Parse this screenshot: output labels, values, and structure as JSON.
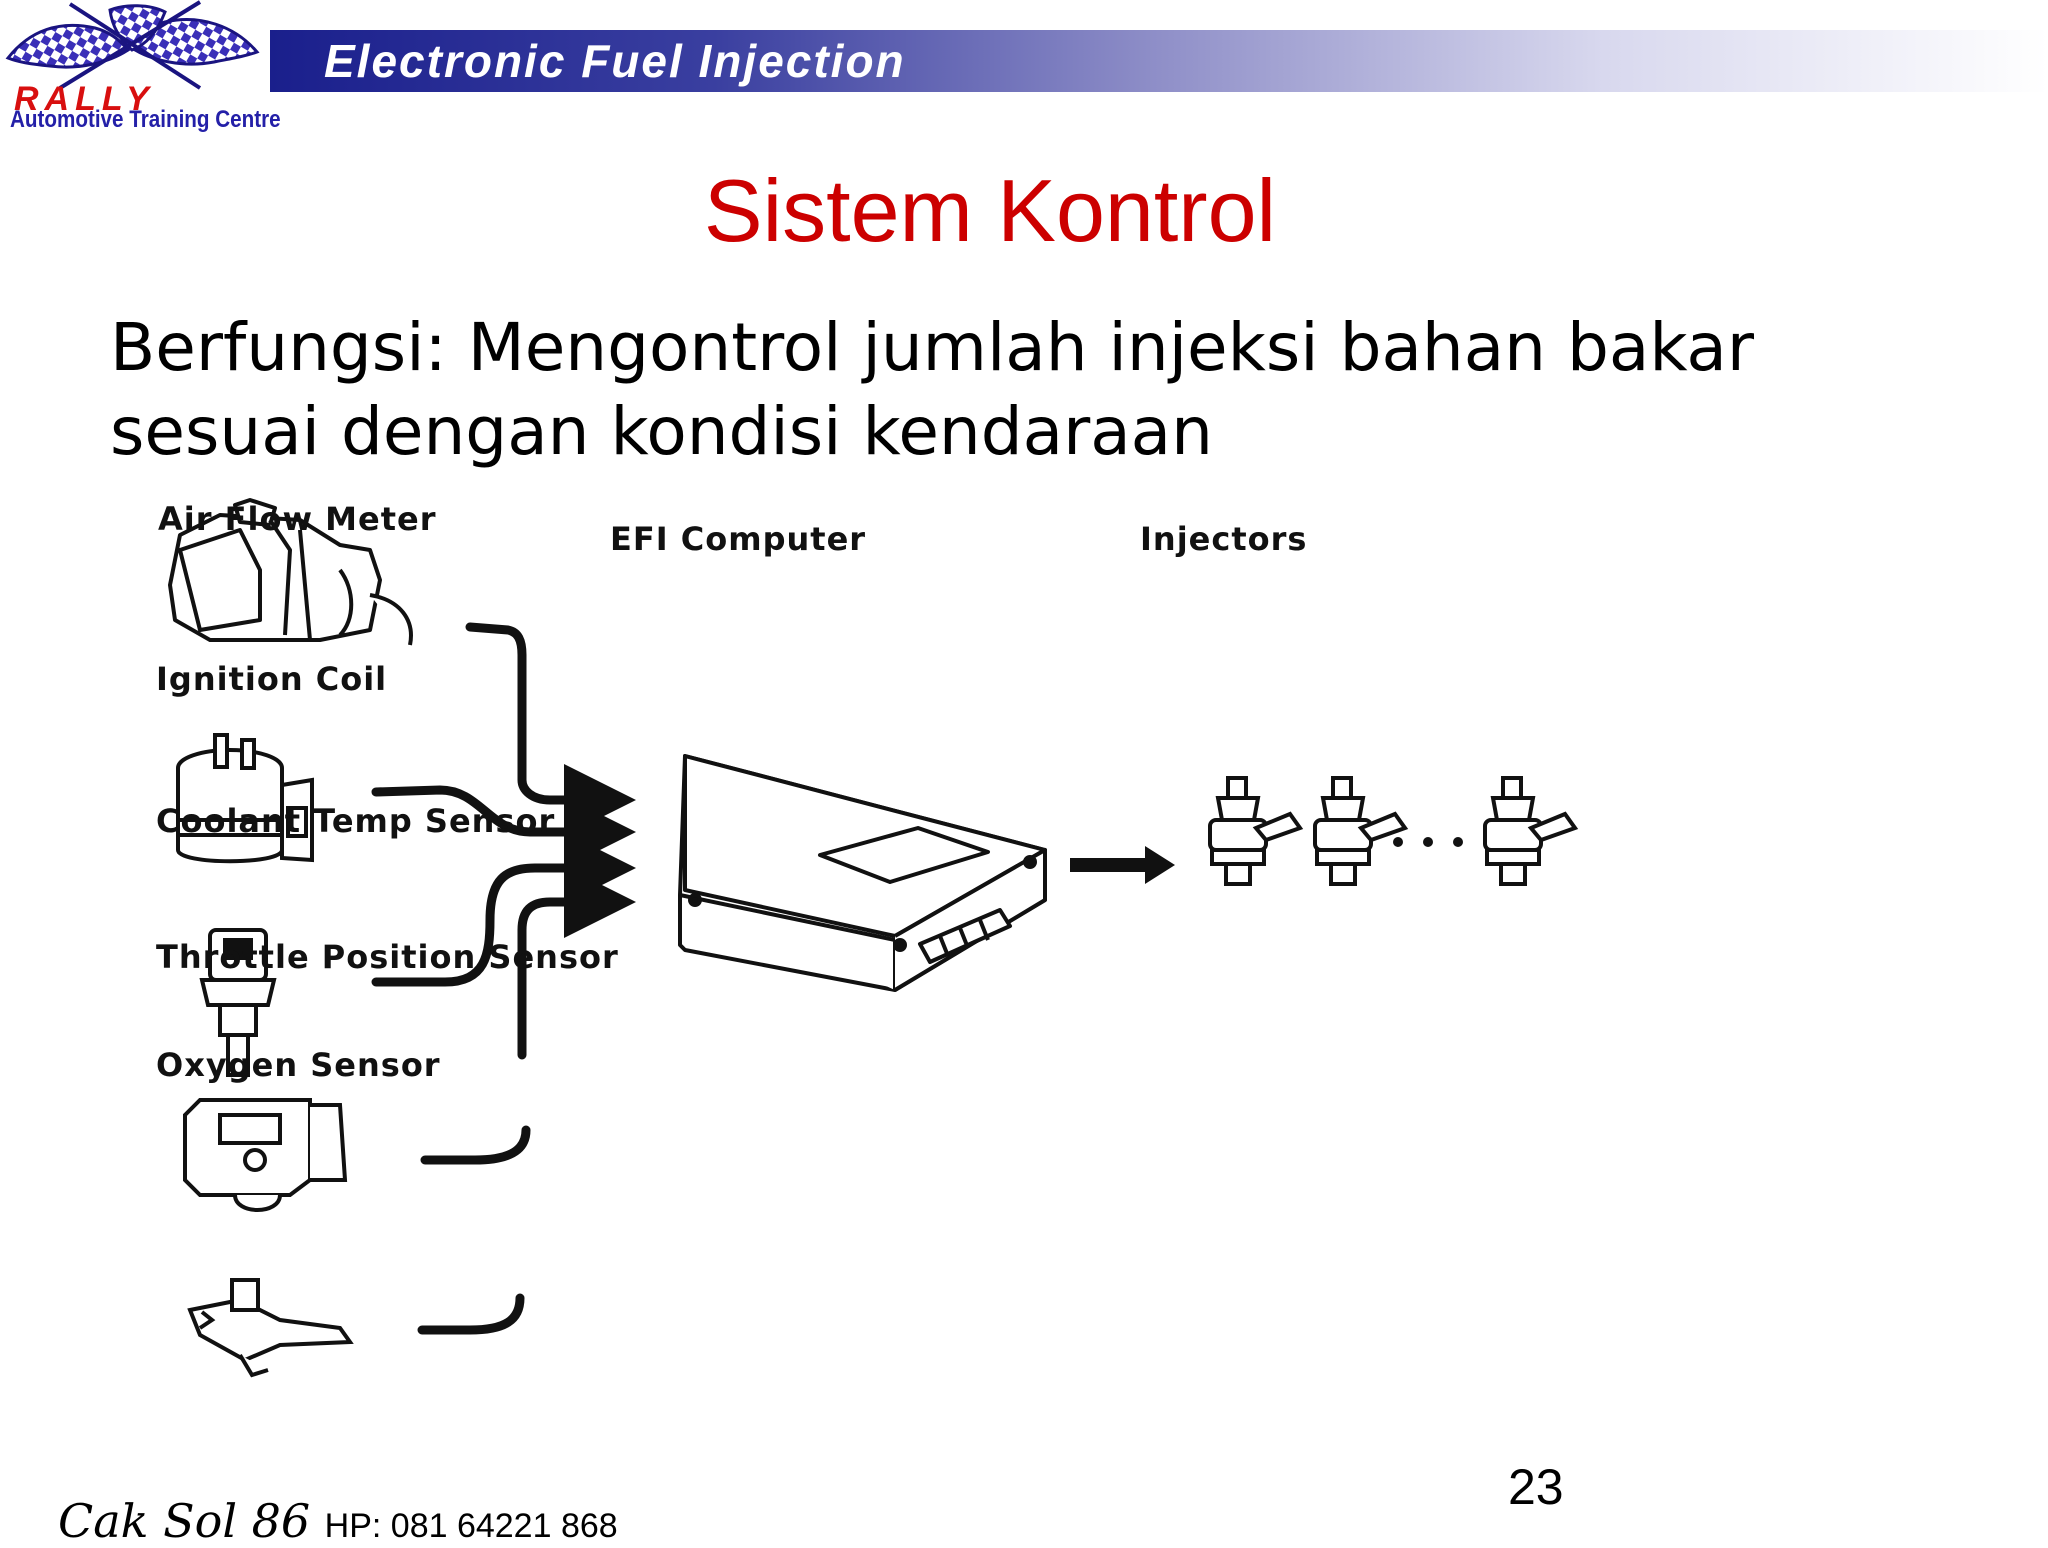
{
  "logo": {
    "rally": "RALLY",
    "subtitle": "Automotive Training Centre"
  },
  "header": {
    "title": "Electronic Fuel Injection"
  },
  "slide": {
    "title": "Sistem Kontrol",
    "body": "Berfungsi: Mengontrol jumlah injeksi bahan bakar sesuai dengan kondisi kendaraan"
  },
  "diagram": {
    "sensors": {
      "air_flow_meter": "Air Flow Meter",
      "ignition_coil": "Ignition Coil",
      "coolant_temp_sensor": "Coolant Temp Sensor",
      "throttle_position_sensor": "Throttle Position Sensor",
      "oxygen_sensor": "Oxygen Sensor"
    },
    "computer_label": "EFI Computer",
    "injectors_label": "Injectors"
  },
  "footer": {
    "name": "Cak Sol 86",
    "phone": "HP: 081 64221 868"
  },
  "page_number": "23",
  "colors": {
    "header_dark": "#1a1f8c",
    "title_red": "#cc0000",
    "logo_red": "#d80f0f",
    "logo_blue": "#2420a8"
  }
}
